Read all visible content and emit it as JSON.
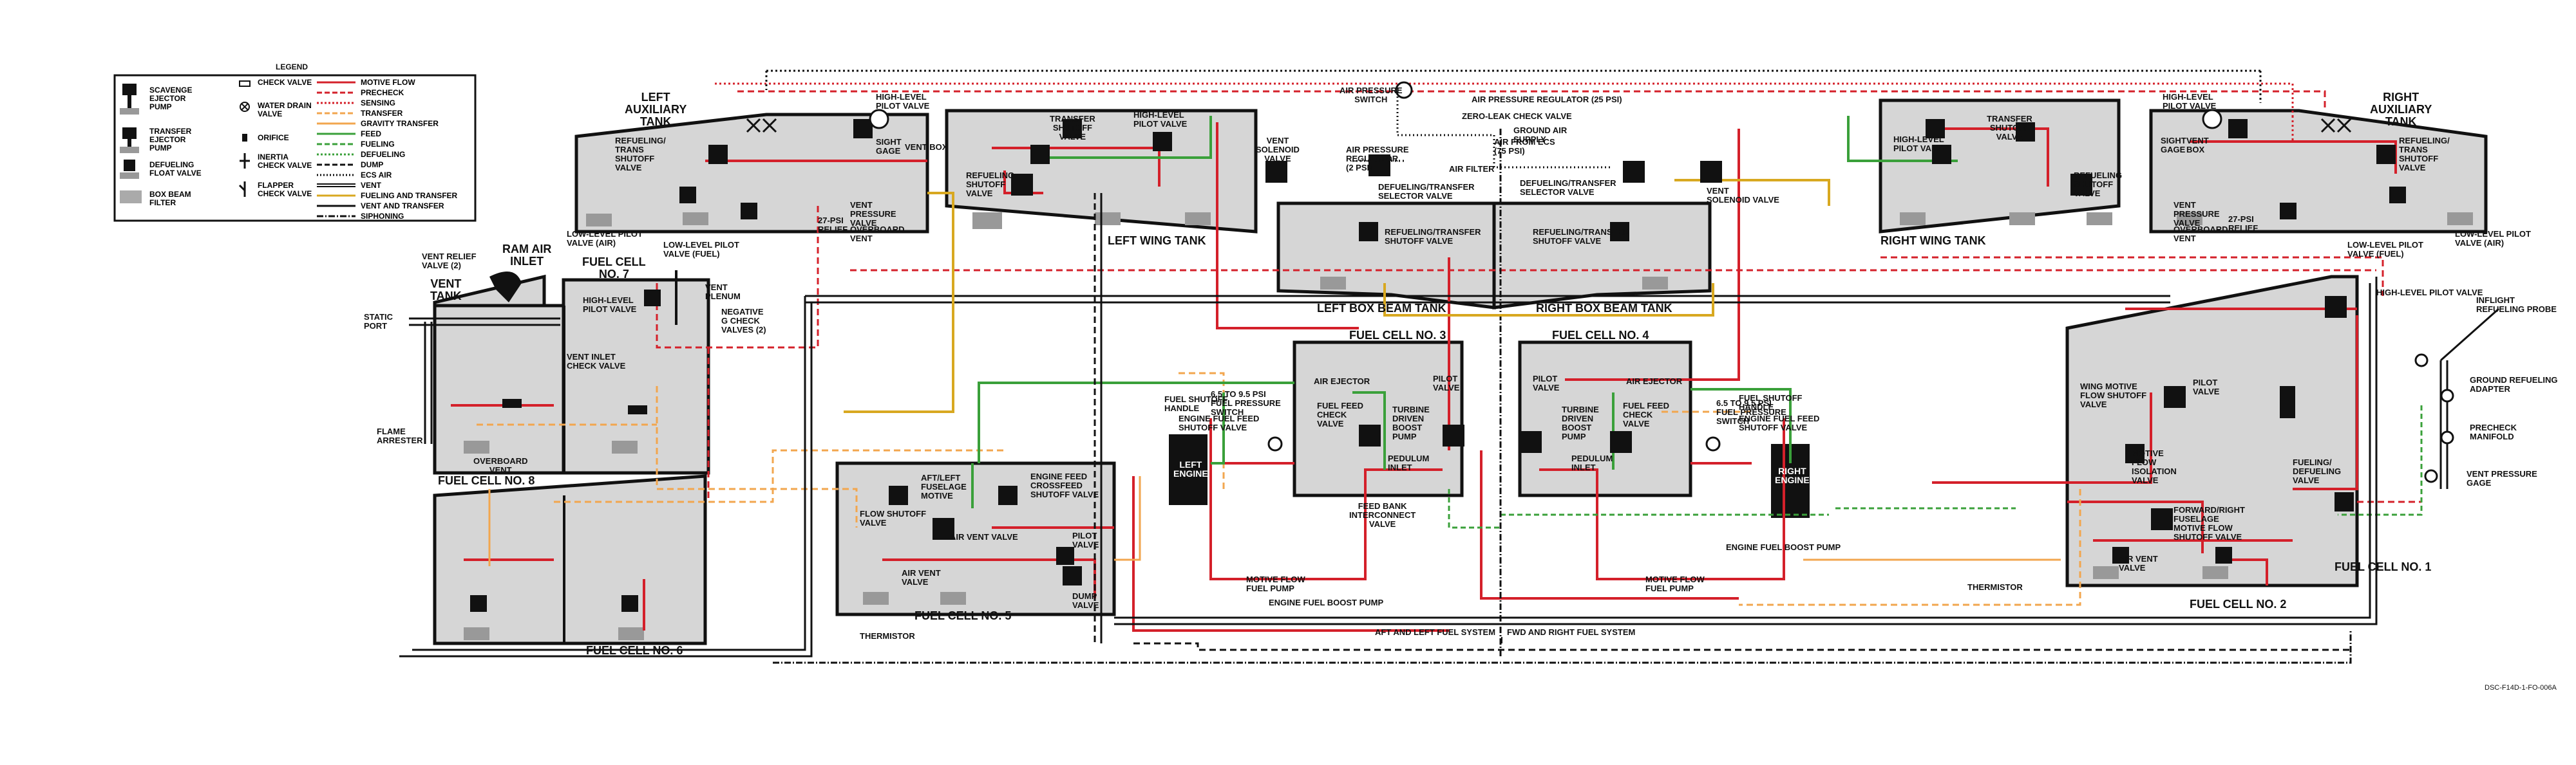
{
  "legend": {
    "title": "LEGEND",
    "symbols": [
      {
        "name": "scavenge-ejector-pump",
        "label": "SCAVENGE\nEJECTOR\nPUMP"
      },
      {
        "name": "transfer-ejector-pump",
        "label": "TRANSFER\nEJECTOR\nPUMP"
      },
      {
        "name": "defueling-float-valve",
        "label": "DEFUELING\nFLOAT VALVE"
      },
      {
        "name": "box-beam-filter",
        "label": "BOX BEAM\nFILTER"
      },
      {
        "name": "check-valve",
        "label": "CHECK VALVE"
      },
      {
        "name": "water-drain-valve",
        "label": "WATER DRAIN\nVALVE"
      },
      {
        "name": "orifice",
        "label": "ORIFICE"
      },
      {
        "name": "inertia-check-valve",
        "label": "INERTIA\nCHECK VALVE"
      },
      {
        "name": "flapper-check-valve",
        "label": "FLAPPER\nCHECK VALVE"
      }
    ],
    "lines": [
      {
        "label": "MOTIVE FLOW",
        "color": "#d4202a",
        "style": "solid"
      },
      {
        "label": "PRECHECK",
        "color": "#d4202a",
        "style": "dash"
      },
      {
        "label": "SENSING",
        "color": "#d4202a",
        "style": "dot"
      },
      {
        "label": "TRANSFER",
        "color": "#f2a64e",
        "style": "dash"
      },
      {
        "label": "GRAVITY TRANSFER",
        "color": "#f2a64e",
        "style": "solid"
      },
      {
        "label": "FEED",
        "color": "#3aa03a",
        "style": "solid"
      },
      {
        "label": "FUELING",
        "color": "#3aa03a",
        "style": "dash"
      },
      {
        "label": "DEFUELING",
        "color": "#3aa03a",
        "style": "dot"
      },
      {
        "label": "DUMP",
        "color": "#111111",
        "style": "dash"
      },
      {
        "label": "ECS AIR",
        "color": "#111111",
        "style": "dot"
      },
      {
        "label": "VENT",
        "color": "#111111",
        "style": "double"
      },
      {
        "label": "FUELING AND TRANSFER",
        "color": "#d8a820",
        "style": "solid"
      },
      {
        "label": "VENT AND TRANSFER",
        "color": "#111111",
        "style": "solid"
      },
      {
        "label": "SIPHONING",
        "color": "#111111",
        "style": "dashdot"
      }
    ]
  },
  "tanks": {
    "left_aux": "LEFT\nAUXILIARY\nTANK",
    "right_aux": "RIGHT\nAUXILIARY\nTANK",
    "left_wing": "LEFT WING TANK",
    "right_wing": "RIGHT WING TANK",
    "left_box_beam": "LEFT BOX BEAM TANK",
    "right_box_beam": "RIGHT BOX BEAM TANK",
    "vent_tank": "VENT\nTANK",
    "ram_air": "RAM AIR\nINLET",
    "cell1": "FUEL CELL NO. 1",
    "cell2": "FUEL CELL NO. 2",
    "cell3": "FUEL CELL NO. 3",
    "cell4": "FUEL CELL NO. 4",
    "cell5": "FUEL CELL NO. 5",
    "cell6": "FUEL CELL NO. 6",
    "cell7": "FUEL CELL\nNO. 7",
    "cell8": "FUEL CELL NO. 8",
    "left_engine": "LEFT\nENGINE",
    "right_engine": "RIGHT\nENGINE"
  },
  "labels": {
    "l_refuel_trans": "REFUELING/\nTRANS\nSHUTOFF\nVALVE",
    "l_high_pilot": "HIGH-LEVEL\nPILOT VALVE",
    "l_sight_gage": "SIGHT\nGAGE",
    "l_vent_box": "VENT BOX",
    "l_low_pilot_air": "LOW-LEVEL PILOT\nVALVE (AIR)",
    "l_low_pilot_fuel": "LOW-LEVEL PILOT\nVALVE (FUEL)",
    "l_27psi": "27-PSI\nRELIEF",
    "l_vent_press": "VENT\nPRESSURE\nVALVE",
    "l_overboard_vent": "OVERBOARD\nVENT",
    "lw_transfer": "TRANSFER\nSHUTOFF\nVALVE",
    "lw_high_pilot": "HIGH-LEVEL\nPILOT VALVE",
    "lw_refuel": "REFUELING\nSHUTOFF\nVALVE",
    "vent_relief": "VENT RELIEF\nVALVE (2)",
    "static_port": "STATIC\nPORT",
    "flame_arrester": "FLAME\nARRESTER",
    "overboard_vent_c8": "OVERBOARD\nVENT",
    "c7_high_pilot": "HIGH-LEVEL\nPILOT VALVE",
    "vent_plenum": "VENT\nPLENUM",
    "neg_g_check": "NEGATIVE\nG CHECK\nVALVES (2)",
    "vent_inlet_check": "VENT INLET\nCHECK VALVE",
    "air_pressure_switch": "AIR PRESSURE\nSWITCH",
    "air_pressure_reg25": "AIR PRESSURE REGULATOR (25 PSI)",
    "zero_leak": "ZERO-LEAK CHECK VALVE",
    "ground_air": "GROUND AIR\nSUPPLY",
    "air_from_ecs": "AIR FROM ECS\n(75 PSI)",
    "air_filter": "AIR FILTER",
    "air_pressure_reg2": "AIR PRESSURE\nREGULATOR\n(2 PSI)",
    "vent_solenoid_l": "VENT\nSOLENOID\nVALVE",
    "vent_solenoid_r": "VENT\nSOLENOID VALVE",
    "def_trans_sel_l": "DEFUELING/TRANSFER\nSELECTOR VALVE",
    "def_trans_sel_r": "DEFUELING/TRANSFER\nSELECTOR VALVE",
    "refuel_trans_l": "REFUELING/TRANSFER\nSHUTOFF VALVE",
    "refuel_trans_r": "REFUELING/TRANSFER\nSHUTOFF VALVE",
    "rw_high_pilot": "HIGH-LEVEL\nPILOT VALVE",
    "rw_transfer": "TRANSFER\nSHUTOFF\nVALVE",
    "rw_refuel": "REFUELING\nSHUTOFF\nVALVE",
    "r_high_pilot": "HIGH-LEVEL\nPILOT VALVE",
    "r_sight_gage": "SIGHT\nGAGE",
    "r_vent_box": "VENT\nBOX",
    "r_refuel_trans": "REFUELING/\nTRANS\nSHUTOFF\nVALVE",
    "r_vent_press": "VENT\nPRESSURE\nVALVE",
    "r_overboard": "OVERBOARD\nVENT",
    "r_27psi": "27-PSI\nRELIEF",
    "r_low_pilot_fuel": "LOW-LEVEL PILOT\nVALVE (FUEL)",
    "r_low_pilot_air": "LOW-LEVEL PILOT\nVALVE (AIR)",
    "c1_high_pilot": "HIGH-LEVEL PILOT VALVE",
    "inflight_probe": "INFLIGHT\nREFUELING PROBE",
    "ground_refuel": "GROUND REFUELING\nADAPTER",
    "precheck_manifold": "PRECHECK\nMANIFOLD",
    "vent_press_gage": "VENT PRESSURE\nGAGE",
    "fueling_defueling": "FUELING/\nDEFUELING\nVALVE",
    "wing_motive": "WING MOTIVE\nFLOW SHUTOFF\nVALVE",
    "c2_pilot": "PILOT\nVALVE",
    "motive_isolation": "MOTIVE\nFLOW\nISOLATION\nVALVE",
    "fwd_right_motive": "FORWARD/RIGHT\nFUSELAGE\nMOTIVE FLOW\nSHUTOFF VALVE",
    "air_vent_c2": "AIR VENT\nVALVE",
    "thermistor_r": "THERMISTOR",
    "psi_switch_l": "6.5 TO 9.5 PSI\nFUEL PRESSURE\nSWITCH",
    "psi_switch_r": "6.5 TO 9.5 PSI\nFUEL PRESSURE\nSWITCH",
    "fuel_shutoff_handle_l": "FUEL SHUTOFF\nHANDLE",
    "fuel_shutoff_handle_r": "FUEL SHUTOFF\nHANDLE",
    "eng_feed_shutoff_l": "ENGINE FUEL FEED\nSHUTOFF VALVE",
    "eng_feed_shutoff_r": "ENGINE FUEL FEED\nSHUTOFF VALVE",
    "air_ejector_l": "AIR EJECTOR",
    "air_ejector_r": "AIR EJECTOR",
    "fuel_feed_check_l": "FUEL FEED\nCHECK\nVALVE",
    "fuel_feed_check_r": "FUEL FEED\nCHECK\nVALVE",
    "turbine_l": "TURBINE\nDRIVEN\nBOOST\nPUMP",
    "turbine_r": "TURBINE\nDRIVEN\nBOOST\nPUMP",
    "pilot_valve_c3": "PILOT\nVALVE",
    "pilot_valve_c4": "PILOT\nVALVE",
    "pendulum_l": "PEDULUM\nINLET",
    "pendulum_r": "PEDULUM\nINLET",
    "feed_bank": "FEED BANK\nINTERCONNECT\nVALVE",
    "motive_pump_l": "MOTIVE FLOW\nFUEL PUMP",
    "motive_pump_r": "MOTIVE FLOW\nFUEL PUMP",
    "boost_pump_l": "ENGINE FUEL BOOST PUMP",
    "boost_pump_r": "ENGINE FUEL BOOST PUMP",
    "aft_left_motive": "AFT/LEFT\nFUSELAGE\nMOTIVE",
    "eng_feed_crossfeed": "ENGINE FEED\nCROSSFEED\nSHUTOFF VALVE",
    "flow_shutoff": "FLOW SHUTOFF\nVALVE",
    "air_vent_c5": "AIR VENT VALVE",
    "air_vent_c5b": "AIR VENT\nVALVE",
    "pilot_c5": "PILOT\nVALVE",
    "dump_valve": "DUMP\nVALVE",
    "thermistor_l": "THERMISTOR",
    "aft_left_system": "AFT AND LEFT FUEL SYSTEM",
    "fwd_right_system": "FWD AND RIGHT FUEL SYSTEM",
    "figure_id": "DSC-F14D-1-FO-006A"
  },
  "colors": {
    "tank_fill": "#d6d6d6",
    "motive": "#d4202a",
    "transfer": "#f2a64e",
    "feed": "#3aa03a",
    "fuel_transfer": "#d8a820",
    "black": "#111111"
  }
}
